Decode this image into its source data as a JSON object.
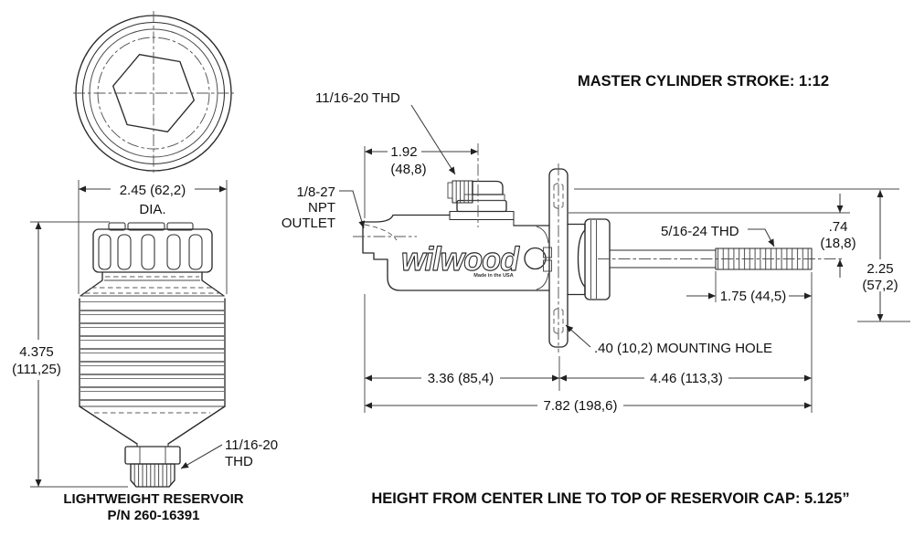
{
  "drawing": {
    "titles": {
      "stroke_note": "MASTER CYLINDER STROKE: 1:12",
      "height_note": "HEIGHT FROM CENTER LINE TO TOP OF RESERVOIR CAP: 5.125”"
    },
    "reservoir": {
      "caption_line1": "LIGHTWEIGHT RESERVOIR",
      "caption_line2": "P/N 260-16391",
      "dia_dim": "2.45 (62,2)",
      "dia_label": "DIA.",
      "height_dim_in": "4.375",
      "height_dim_mm": "(111,25)",
      "thread_line1": "11/16-20",
      "thread_line2": "THD"
    },
    "cylinder": {
      "logo": "wilwood",
      "made_in": "Made in the USA",
      "filler_thread_label": "11/16-20 THD",
      "outlet_line1": "1/8-27",
      "outlet_line2": "NPT",
      "outlet_line3": "OUTLET",
      "rod_thread_label": "5/16-24 THD",
      "mounting_hole_label": ".40 (10,2) MOUNTING HOLE",
      "dims": {
        "filler_offset_in": "1.92",
        "filler_offset_mm": "(48,8)",
        "rod_to_hole_in": ".74",
        "rod_to_hole_mm": "(18,8)",
        "flange_height_in": "2.25",
        "flange_height_mm": "(57,2)",
        "thread_length": "1.75 (44,5)",
        "body_length": "3.36 (85,4)",
        "rod_length": "4.46 (113,3)",
        "overall_length": "7.82 (198,6)"
      }
    }
  }
}
